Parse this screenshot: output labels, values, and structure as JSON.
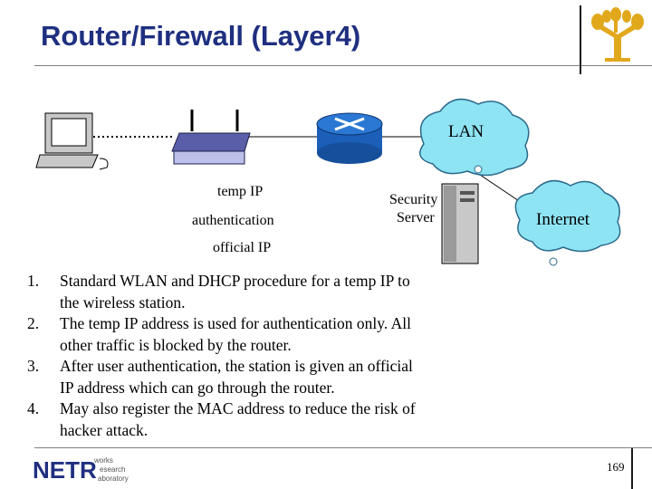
{
  "slide": {
    "title": "Router/Firewall (Layer4)",
    "page_number": "169"
  },
  "diagram": {
    "lan_label": "LAN",
    "internet_label": "Internet",
    "temp_ip_label": "temp IP",
    "authentication_label": "authentication",
    "official_ip_label": "official IP",
    "security_server_label_line1": "Security",
    "security_server_label_line2": "Server"
  },
  "steps": [
    {
      "num": "1.",
      "lines": [
        "Standard WLAN and DHCP procedure for a temp IP to",
        "the wireless station."
      ]
    },
    {
      "num": "2.",
      "lines": [
        "The temp IP address is used for authentication only.  All",
        "other traffic is blocked by the router."
      ]
    },
    {
      "num": "3.",
      "lines": [
        "After user authentication, the station is given an official",
        "IP address which can go through the router."
      ]
    },
    {
      "num": "4.",
      "lines": [
        "May also register the MAC address to reduce the risk of",
        "hacker attack."
      ]
    }
  ],
  "footer_logo": {
    "text": "NETR",
    "sub1": "works",
    "sub2": "esearch",
    "sub3": "aboratory"
  },
  "colors": {
    "title": "#1f2f80",
    "cloud": "#8fe4f4",
    "router": "#1b5fb8",
    "access_point": "#5a5ea8"
  }
}
